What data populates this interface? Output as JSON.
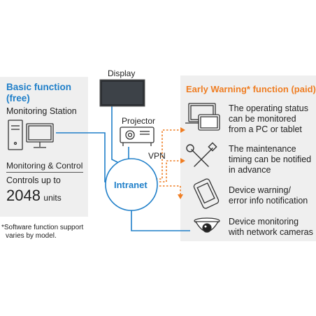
{
  "left_panel": {
    "title_line1": "Basic function",
    "title_line2": "(free)",
    "station_label": "Monitoring Station",
    "control_label": "Monitoring & Control",
    "controls_text": "Controls up to",
    "unit_count": "2048",
    "unit_label": "units",
    "footnote_line1": "*Software function support",
    "footnote_line2": "varies by model."
  },
  "center": {
    "display_label": "Display",
    "projector_label": "Projector",
    "vpn_label": "VPN",
    "hub_label": "Intranet"
  },
  "right_panel": {
    "title": "Early Warning* function (paid)",
    "features": [
      {
        "icon": "pc-tablet-icon",
        "line1": "The operating status",
        "line2": "can be monitored",
        "line3": "from a PC or tablet"
      },
      {
        "icon": "tools-icon",
        "line1": "The maintenance",
        "line2": "timing can be notified",
        "line3": "in advance"
      },
      {
        "icon": "smartphone-icon",
        "line1": "Device warning/",
        "line2": "error info notification",
        "line3": ""
      },
      {
        "icon": "network-camera-icon",
        "line1": "Device monitoring",
        "line2": "with network cameras",
        "line3": ""
      }
    ]
  },
  "colors": {
    "accent_blue": "#1f7fc9",
    "accent_orange": "#ef7d22",
    "panel_gray": "#efefef"
  }
}
